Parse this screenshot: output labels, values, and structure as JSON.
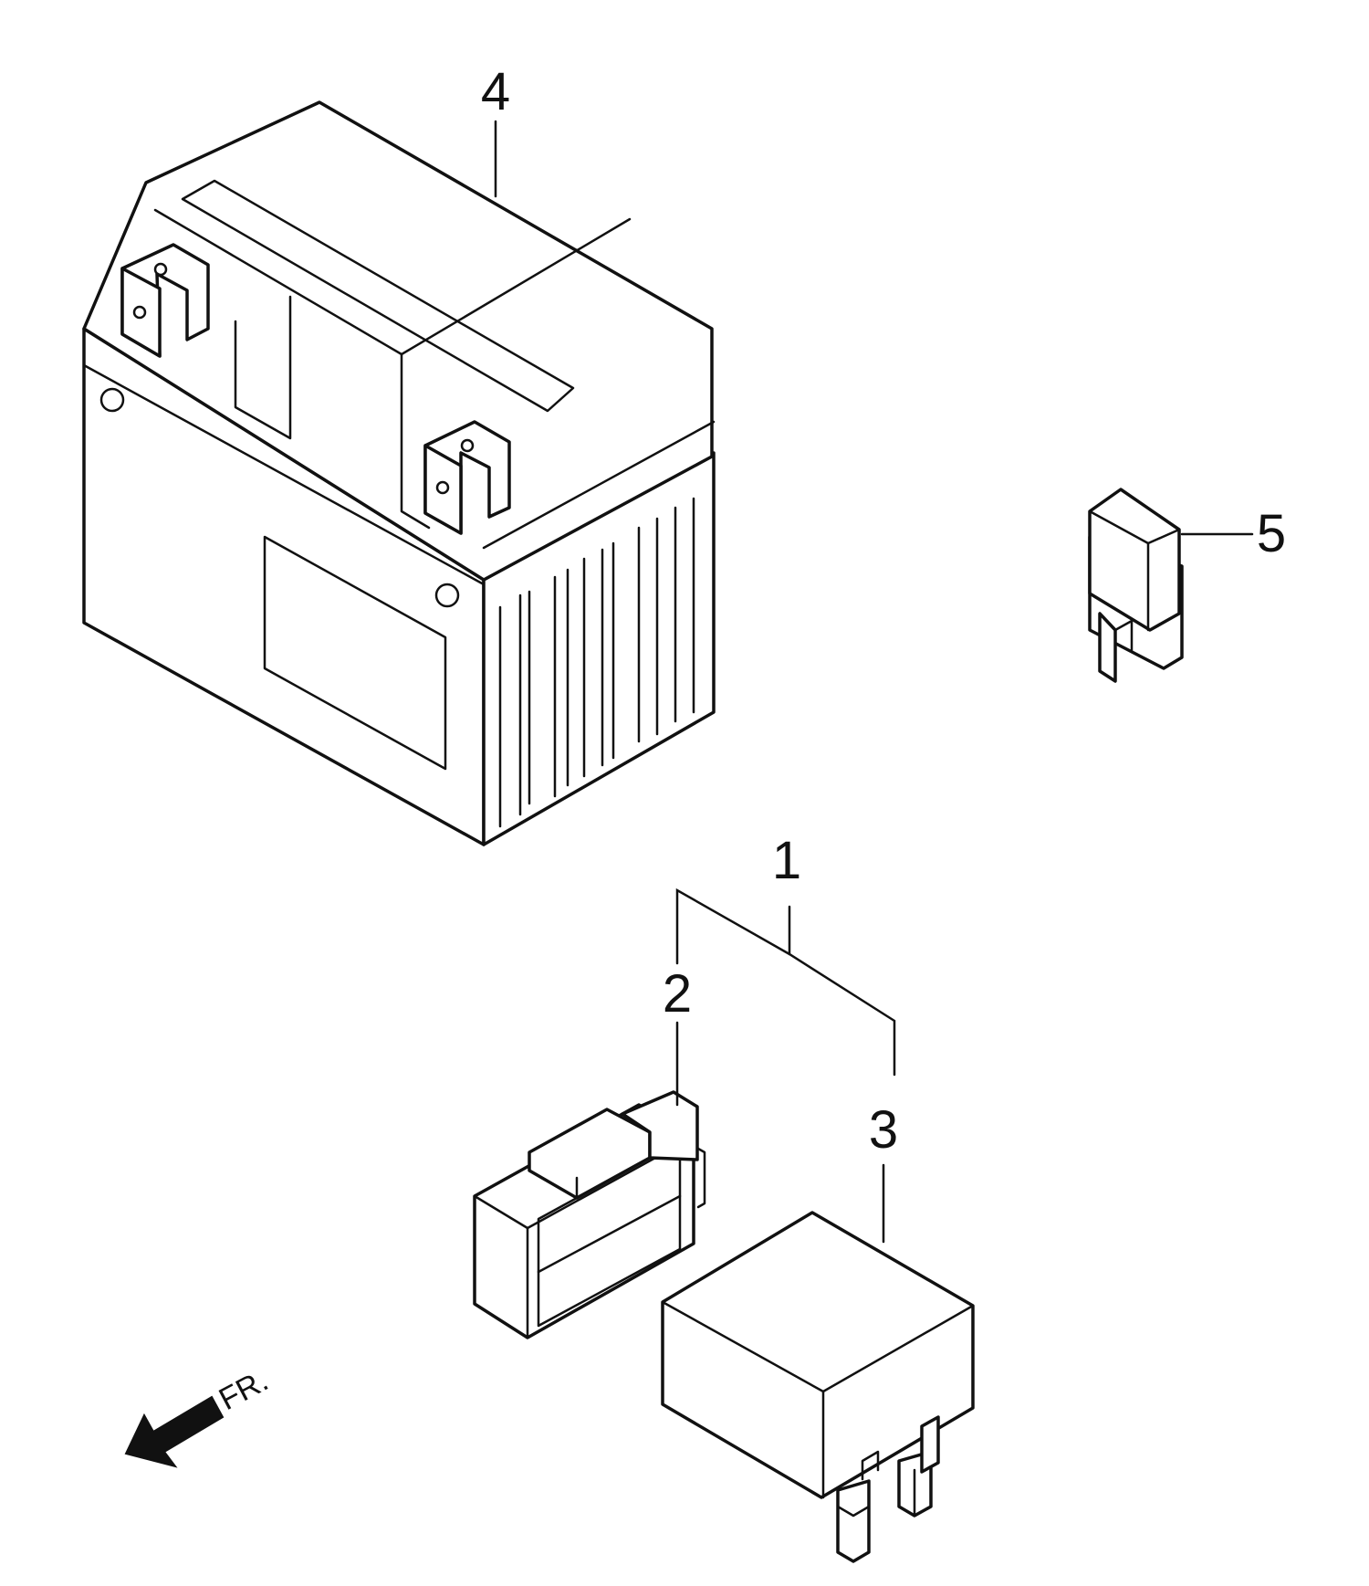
{
  "diagram": {
    "callouts": {
      "c1": "1",
      "c2": "2",
      "c3": "3",
      "c4": "4",
      "c5": "5"
    },
    "direction_label": "FR."
  },
  "colors": {
    "line": "#111111",
    "background": "#ffffff",
    "arrow": "#111111"
  },
  "icons": [
    "front-direction-arrow-icon"
  ]
}
